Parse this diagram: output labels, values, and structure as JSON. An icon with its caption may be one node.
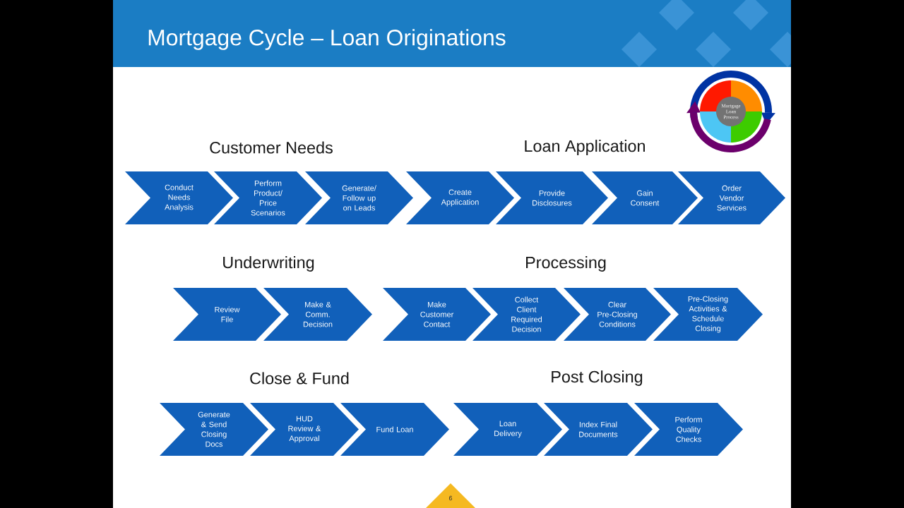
{
  "diagram": {
    "title": "Mortgage Cycle – Loan Originations",
    "nodes": [
      {
        "text": [
          "Conduct Needs Analysis"
        ]
      },
      {
        "text": [
          "Perform Product/ Price Scenarios"
        ]
      },
      {
        "text": [
          "Generate/ Follow up on Leads"
        ]
      },
      {
        "text": [
          "Create Application"
        ]
      },
      {
        "text": [
          "Provide Disclosures"
        ]
      },
      {
        "text": [
          "Gain Consent"
        ]
      },
      {
        "text": [
          "Order Vendor Services"
        ]
      },
      {
        "text": [
          "Review File"
        ]
      },
      {
        "text": [
          "Make & Comm. Decision"
        ]
      },
      {
        "text": [
          "Make Customer Contact"
        ]
      },
      {
        "text": [
          "Collect Client Required Decision"
        ]
      },
      {
        "text": [
          "Clear Pre-Closing Conditions"
        ]
      },
      {
        "text": [
          "Pre-Closing Activities & Schedule Closing"
        ]
      },
      {
        "text": [
          "Generate & Send Closing Docs"
        ]
      },
      {
        "text": [
          "HUD Review & Approval"
        ]
      },
      {
        "text": [
          "Fund Loan"
        ]
      },
      {
        "text": [
          "Loan Delivery"
        ]
      },
      {
        "text": [
          "Index Final Documents"
        ]
      },
      {
        "text": [
          "Perform Quality Checks"
        ]
      }
    ],
    "labels": [
      "Mortgage Loan Process",
      "Customer Needs",
      "Loan Application",
      "Underwriting",
      "Processing",
      "Close & Fund",
      "Post Closing",
      "6"
    ]
  }
}
